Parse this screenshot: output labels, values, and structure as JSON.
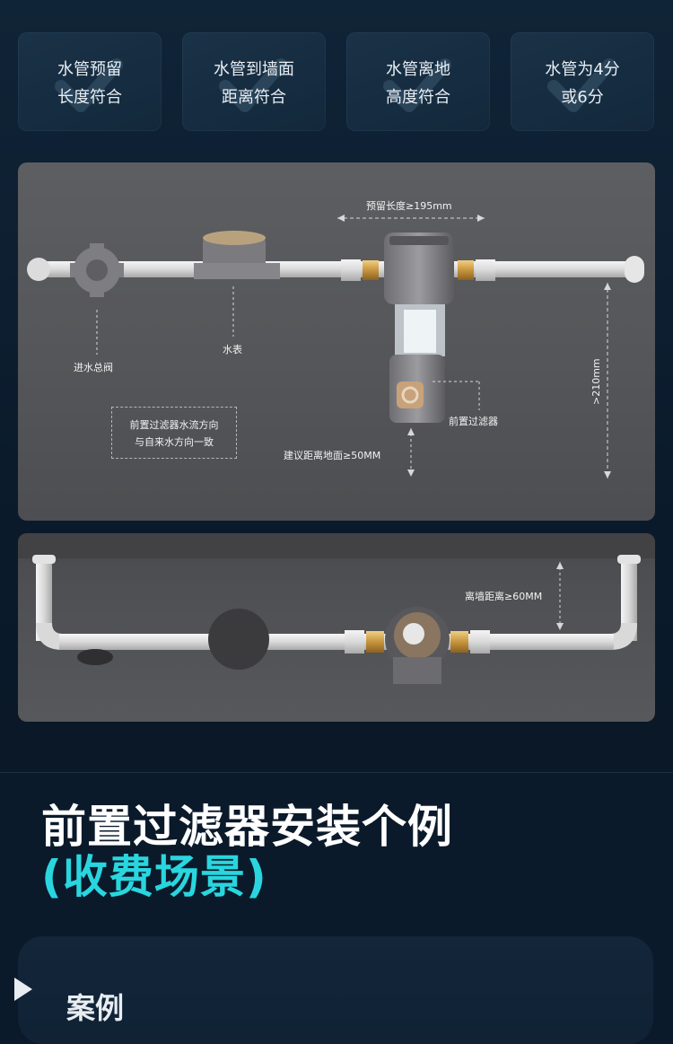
{
  "requirements": [
    {
      "line1": "水管预留",
      "line2": "长度符合",
      "icon": "check-icon"
    },
    {
      "line1": "水管到墙面",
      "line2": "距离符合",
      "icon": "check-icon"
    },
    {
      "line1": "水管离地",
      "line2": "高度符合",
      "icon": "check-icon"
    },
    {
      "line1": "水管为4分",
      "line2": "或6分",
      "icon": "check-icon"
    }
  ],
  "diagram_front": {
    "reserved_length": "预留长度≥195mm",
    "main_valve": "进水总阀",
    "water_meter": "水表",
    "pre_filter": "前置过滤器",
    "height_label": ">210mm",
    "floor_distance": "建议距离地面≥50MM",
    "hint_line1": "前置过滤器水流方向",
    "hint_line2": "与自来水方向一致"
  },
  "diagram_top": {
    "wall_distance": "离墙距离≥60MM"
  },
  "section": {
    "title": "前置过滤器安装个例",
    "subtitle": "(收费场景)",
    "case_label": "案例",
    "accent_color": "#29d6df"
  }
}
